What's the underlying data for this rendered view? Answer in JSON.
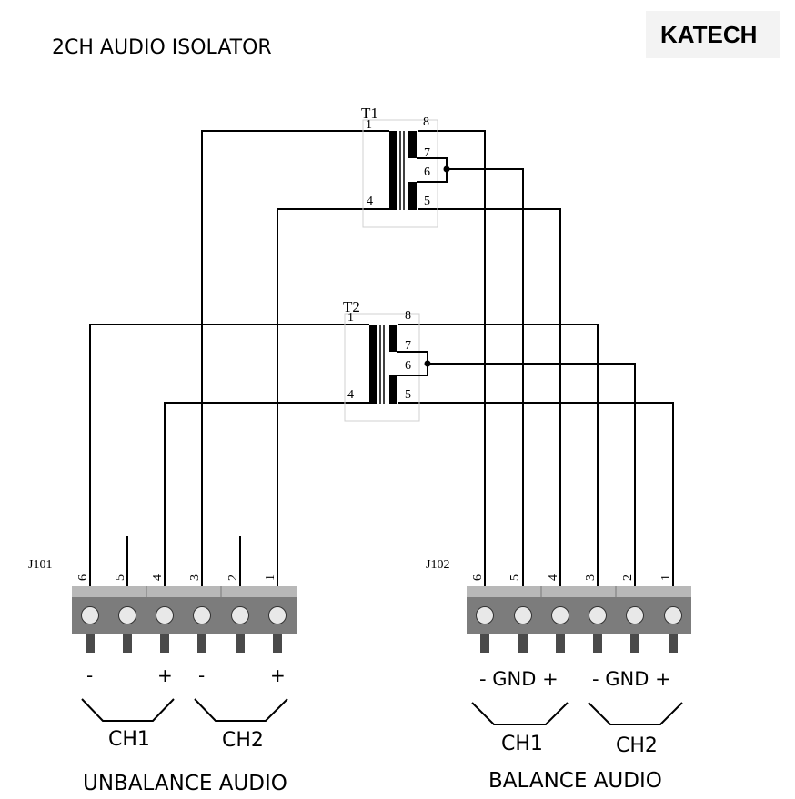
{
  "title": "2CH AUDIO ISOLATOR",
  "brand": "KATECH",
  "transformers": [
    {
      "name": "T1",
      "pins": [
        "1",
        "8",
        "7",
        "6",
        "4",
        "5"
      ]
    },
    {
      "name": "T2",
      "pins": [
        "1",
        "8",
        "7",
        "6",
        "4",
        "5"
      ]
    }
  ],
  "connectors": [
    {
      "name": "J101",
      "pins": [
        "6",
        "5",
        "4",
        "3",
        "2",
        "1"
      ],
      "caption": "UNBALANCE AUDIO"
    },
    {
      "name": "J102",
      "pins": [
        "6",
        "5",
        "4",
        "3",
        "2",
        "1"
      ],
      "caption": "BALANCE AUDIO"
    }
  ],
  "unbalanced_channels": [
    {
      "minus": "-",
      "plus": "+",
      "label": "CH1"
    },
    {
      "minus": "-",
      "plus": "+",
      "label": "CH2"
    }
  ],
  "balanced_channels": [
    {
      "polarity": "- GND +",
      "label": "CH1"
    },
    {
      "polarity": "- GND +",
      "label": "CH2"
    }
  ]
}
